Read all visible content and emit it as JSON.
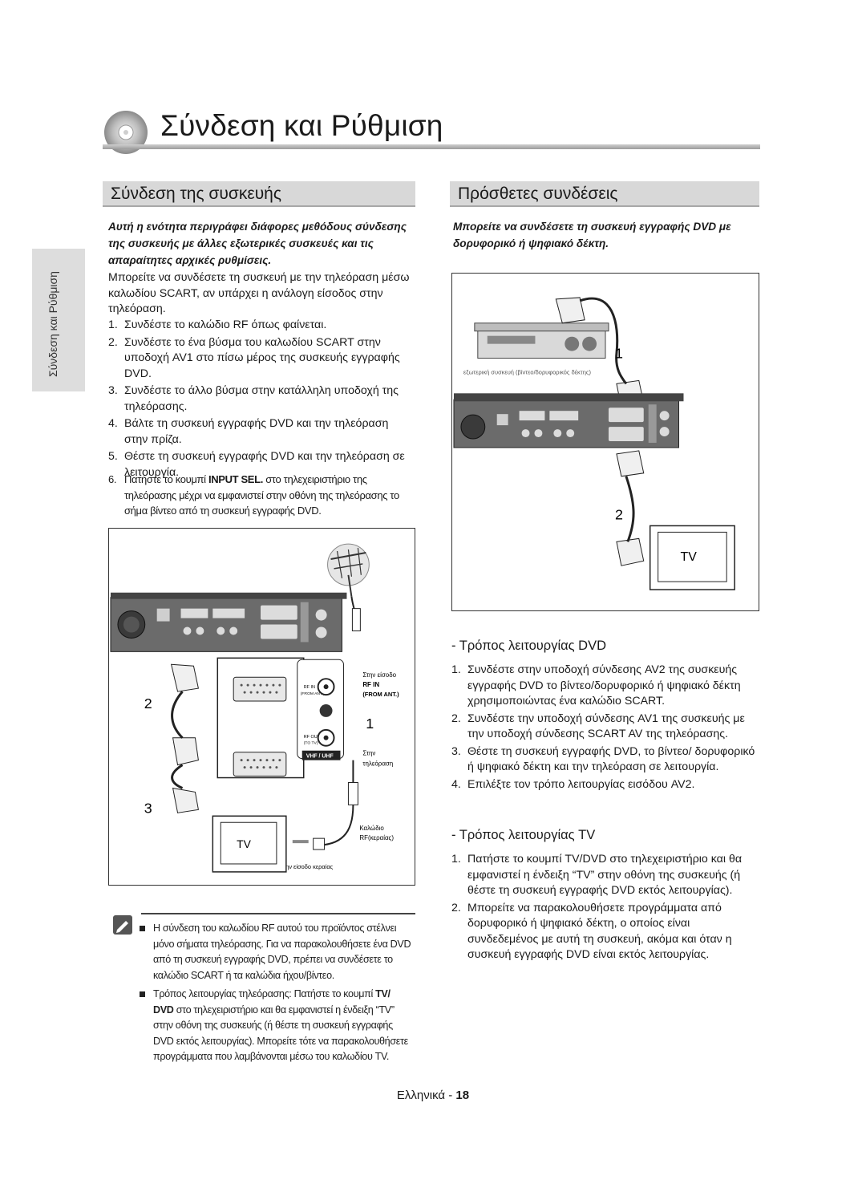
{
  "page_title": "Σύνδεση και Ρύθμιση",
  "side_tab": "Σύνδεση και Ρύθμιση",
  "left": {
    "heading": "Σύνδεση της συσκευής",
    "intro": "Αυτή η ενότητα περιγράφει διάφορες μεθόδους σύνδεσης της συσκευής με άλλες εξωτερικές συσκευές και τις απαραίτητες αρχικές ρυθμίσεις.",
    "para": "Μπορείτε να συνδέσετε τη συσκευή με την τηλεόραση μέσω καλωδίου SCART, αν υπάρχει η ανάλογη είσοδος στην τηλεόραση.",
    "steps": [
      {
        "num": "1.",
        "text": "Συνδέστε το καλώδιο RF όπως φαίνεται."
      },
      {
        "num": "2.",
        "text": "Συνδέστε το ένα βύσμα του καλωδίου SCART στην υποδοχή AV1 στο πίσω μέρος της συσκευής εγγραφής DVD."
      },
      {
        "num": "3.",
        "text": "Συνδέστε το άλλο βύσμα στην κατάλληλη υποδοχή της τηλεόρασης."
      },
      {
        "num": "4.",
        "text": "Βάλτε τη συσκευή εγγραφής DVD και την τηλεόραση στην πρίζα."
      },
      {
        "num": "5.",
        "text": "Θέστε τη συσκευή εγγραφής DVD και την τηλεόραση σε λειτουργία."
      }
    ],
    "step6": {
      "num": "6.",
      "pre": "Πατήστε το κουμπί ",
      "bold": "INPUT SEL.",
      "post": " στο τηλεχειριστήριο της τηλεόρασης μέχρι να εμφανιστεί στην οθόνη της τηλεόρασης το σήμα βίντεο από τη συσκευή εγγραφής DVD."
    },
    "diagram": {
      "label_num1": "1",
      "label_num2": "2",
      "label_num3": "3",
      "tv_label": "TV",
      "rf_input_label_1": "Στην είσοδο",
      "rf_input_label_2": "RF IN",
      "rf_input_label_3": "(FROM ANT.)",
      "tv_out_label_1": "Στην",
      "tv_out_label_2": "τηλεόραση",
      "cable_label_1": "Καλώδιο",
      "cable_label_2": "RF(κεραίας)",
      "antenna_input_label": "Στην είσοδο κεραίας",
      "rf_in_jack": "RF IN",
      "from_ant_jack": "(FROM ANT.)",
      "rf_out_jack": "RF OUT",
      "to_tv_jack": "(TO TV)",
      "band_badge": "VHF / UHF"
    },
    "notes": [
      "Η σύνδεση του καλωδίου RF αυτού του προϊόντος στέλνει μόνο σήματα τηλεόρασης. Για να παρακολουθήσετε ένα DVD από τη συσκευή εγγραφής DVD, πρέπει να συνδέσετε το καλώδιο SCART ή τα καλώδια ήχου/βίντεο."
    ],
    "note2": {
      "pre": "Τρόπος λειτουργίας τηλεόρασης: Πατήστε το κουμπί ",
      "bold": "TV/ DVD",
      "post": " στο τηλεχειριστήριο και θα εμφανιστεί η ένδειξη “TV” στην οθόνη της συσκευής (ή θέστε τη συσκευή εγγραφής DVD εκτός λειτουργίας). Μπορείτε τότε να παρακολουθήσετε προγράμματα που λαμβάνονται μέσω του καλωδίου TV."
    }
  },
  "right": {
    "heading": "Πρόσθετες συνδέσεις",
    "intro": "Μπορείτε να συνδέσετε τη συσκευή εγγραφής DVD με δορυφορικό ή ψηφιακό δέκτη.",
    "diagram": {
      "ext_device_caption": "εξωτερική συσκευή (βίντεο/δορυφορικός δέκτης)",
      "label_num1": "1",
      "label_num2": "2",
      "tv_label": "TV"
    },
    "dvd_mode": {
      "heading": "- Τρόπος λειτουργίας DVD",
      "steps": [
        {
          "num": "1.",
          "text": "Συνδέστε στην υποδοχή σύνδεσης AV2 της συσκευής εγγραφής DVD το βίντεο/δορυφορικό ή ψηφιακό δέκτη χρησιμοποιώντας ένα καλώδιο SCART."
        },
        {
          "num": "2.",
          "text": "Συνδέστε την υποδοχή σύνδεσης AV1 της συσκευής με την υποδοχή σύνδεσης SCART AV της τηλεόρασης."
        },
        {
          "num": "3.",
          "text": "Θέστε τη συσκευή εγγραφής DVD, το βίντεο/ δορυφορικό ή ψηφιακό δέκτη και την τηλεόραση σε λειτουργία."
        },
        {
          "num": "4.",
          "text": "Επιλέξτε τον τρόπο λειτουργίας εισόδου AV2."
        }
      ]
    },
    "tv_mode": {
      "heading": "- Τρόπος λειτουργίας TV",
      "steps": [
        {
          "num": "1.",
          "text": "Πατήστε το κουμπί TV/DVD στο τηλεχειριστήριο και θα εμφανιστεί η ένδειξη “TV” στην οθόνη της συσκευής (ή θέστε τη συσκευή εγγραφής DVD εκτός λειτουργίας)."
        },
        {
          "num": "2.",
          "text": "Μπορείτε να παρακολουθήσετε προγράμματα από δορυφορικό ή ψηφιακό δέκτη, ο οποίος είναι συνδεδεμένος με αυτή τη συσκευή, ακόμα και όταν η συσκευή εγγραφής DVD είναι εκτός λειτουργίας."
        }
      ]
    }
  },
  "footer": {
    "lang": "Ελληνικά - ",
    "page": "18"
  }
}
